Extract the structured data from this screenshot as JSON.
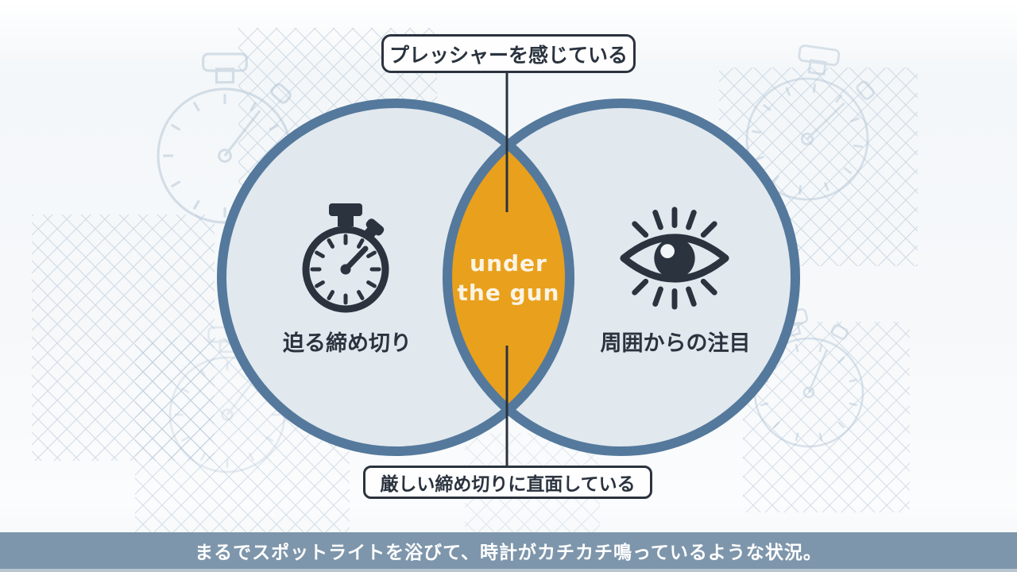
{
  "venn": {
    "top_condition": "プレッシャーを感じている",
    "bottom_condition": "厳しい締め切りに直面している",
    "center_line1": "under",
    "center_line2": "the gun",
    "left_label": "迫る締め切り",
    "right_label": "周囲からの注目",
    "left_icon": "stopwatch-icon",
    "right_icon": "eye-icon"
  },
  "caption": {
    "text": "まるでスポットライトを浴びて、時計がカチカチ鳴っているような状況。"
  },
  "colors": {
    "lens_orange": "#E9A01C",
    "circle_fill": "#E1E8EE",
    "circle_border": "#54799C",
    "caption_bar": "#7E96AB",
    "ink": "#2A333E",
    "box_bg": "#FEFEFE",
    "sketch": "#B7C8D8"
  }
}
